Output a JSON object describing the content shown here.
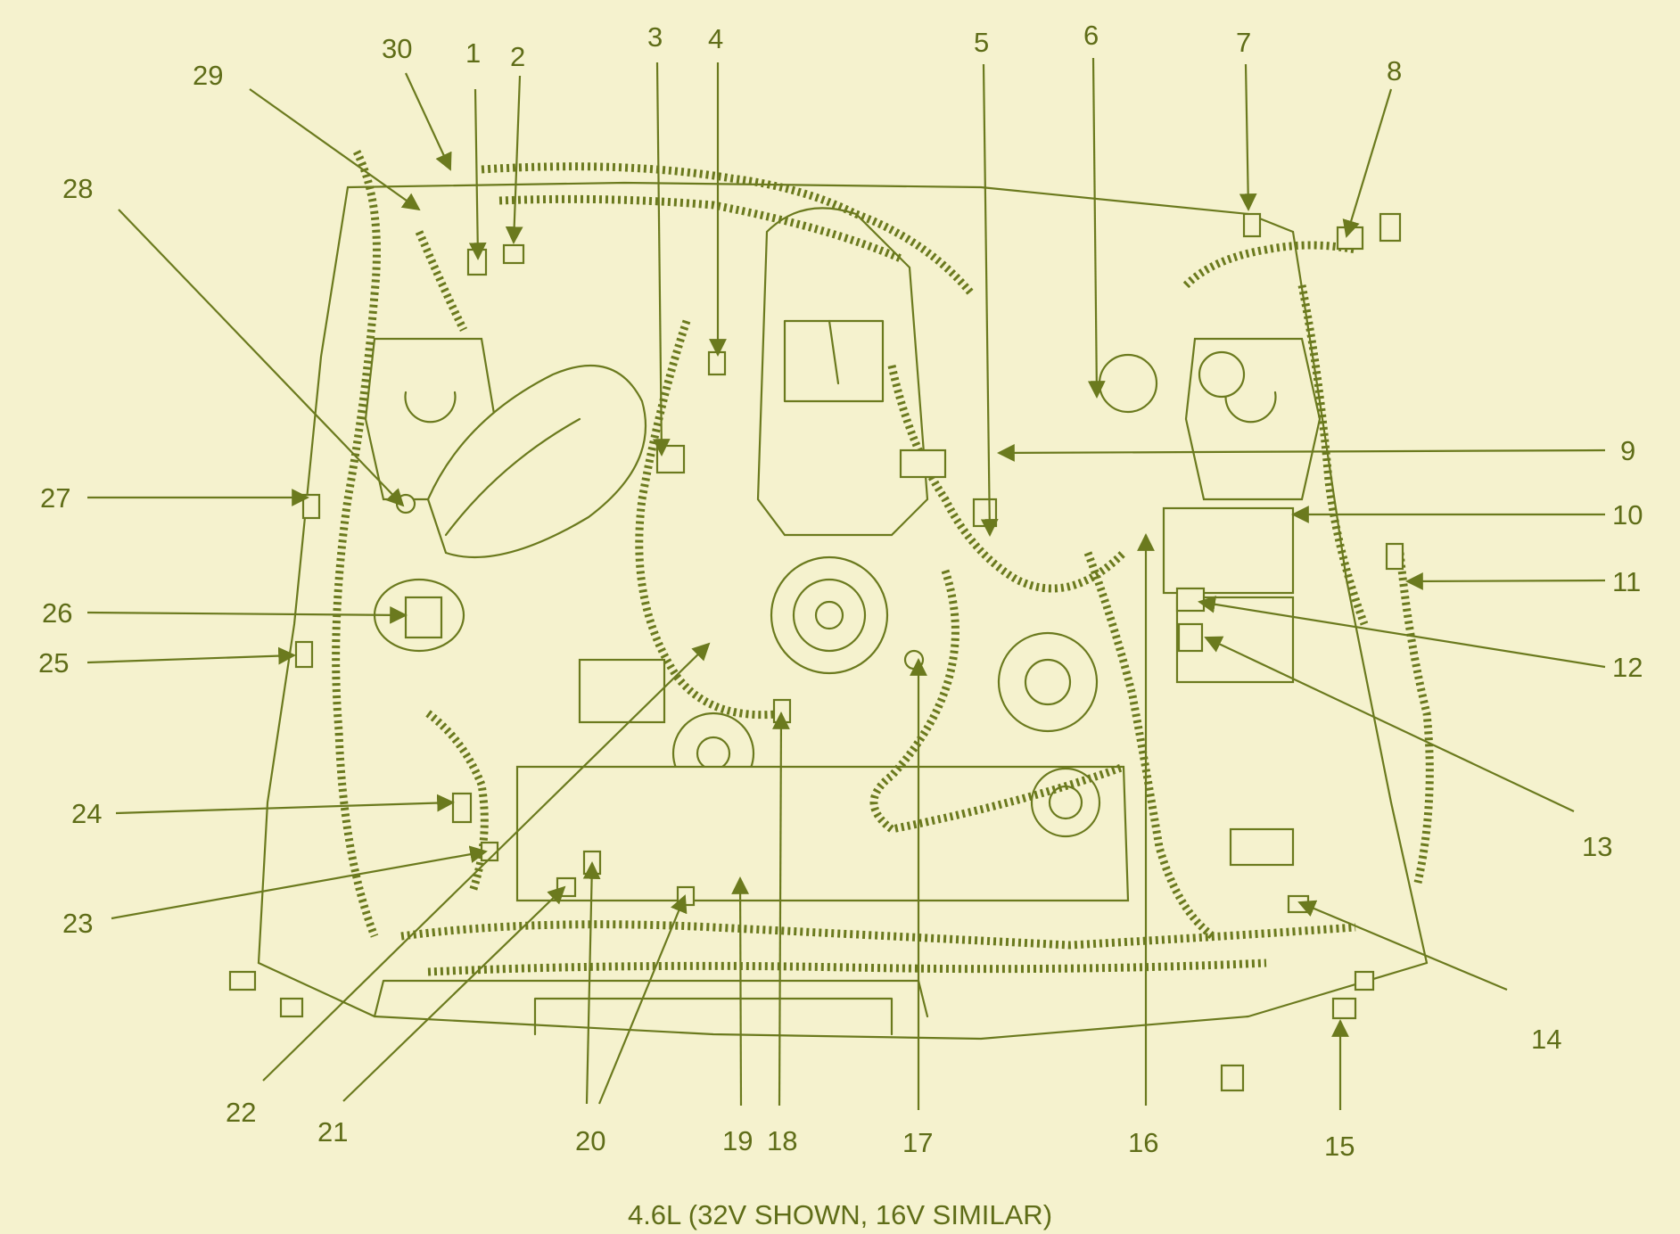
{
  "caption": "4.6L (32V SHOWN, 16V SIMILAR)",
  "callouts": [
    {
      "id": "1",
      "text": "1"
    },
    {
      "id": "2",
      "text": "2"
    },
    {
      "id": "3",
      "text": "3"
    },
    {
      "id": "4",
      "text": "4"
    },
    {
      "id": "5",
      "text": "5"
    },
    {
      "id": "6",
      "text": "6"
    },
    {
      "id": "7",
      "text": "7"
    },
    {
      "id": "8",
      "text": "8"
    },
    {
      "id": "9",
      "text": "9"
    },
    {
      "id": "10",
      "text": "10"
    },
    {
      "id": "11",
      "text": "11"
    },
    {
      "id": "12",
      "text": "12"
    },
    {
      "id": "13",
      "text": "13"
    },
    {
      "id": "14",
      "text": "14"
    },
    {
      "id": "15",
      "text": "15"
    },
    {
      "id": "16",
      "text": "16"
    },
    {
      "id": "17",
      "text": "17"
    },
    {
      "id": "18",
      "text": "18"
    },
    {
      "id": "19",
      "text": "19"
    },
    {
      "id": "20",
      "text": "20"
    },
    {
      "id": "21",
      "text": "21"
    },
    {
      "id": "22",
      "text": "22"
    },
    {
      "id": "23",
      "text": "23"
    },
    {
      "id": "24",
      "text": "24"
    },
    {
      "id": "25",
      "text": "25"
    },
    {
      "id": "26",
      "text": "26"
    },
    {
      "id": "27",
      "text": "27"
    },
    {
      "id": "28",
      "text": "28"
    },
    {
      "id": "29",
      "text": "29"
    },
    {
      "id": "30",
      "text": "30"
    }
  ],
  "colors": {
    "background": "#f5f2ce",
    "line": "#6b7a1e",
    "text": "#5f6d18"
  }
}
